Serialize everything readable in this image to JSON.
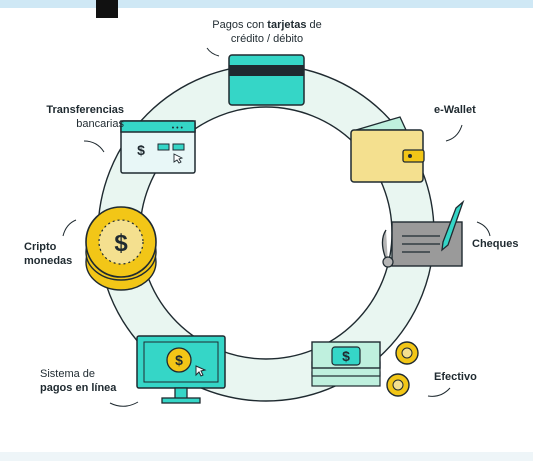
{
  "labels": {
    "tarjetas_pre": "Pagos con ",
    "tarjetas_bold": "tarjetas",
    "tarjetas_post": " de",
    "tarjetas_line2": "crédito / débito",
    "ewallet": "e-Wallet",
    "cheques": "Cheques",
    "efectivo": "Efectivo",
    "pagos_line1": "Sistema de",
    "pagos_line2": "pagos en línea",
    "cripto_line1": "Cripto",
    "cripto_line2": "monedas",
    "transf_line1": "Transferencias",
    "transf_line2": "bancarias"
  },
  "icons": {
    "currency_symbol": "$",
    "browser_dots": "• • •"
  },
  "colors": {
    "ring": "#e9f6f1",
    "ring_stroke": "#1f2a30",
    "teal": "#35d6c7",
    "yellow": "#f4e08f",
    "gold": "#f2c617",
    "grey": "#9a9a9a",
    "mint": "#bff0de",
    "dark": "#1f2a30"
  }
}
